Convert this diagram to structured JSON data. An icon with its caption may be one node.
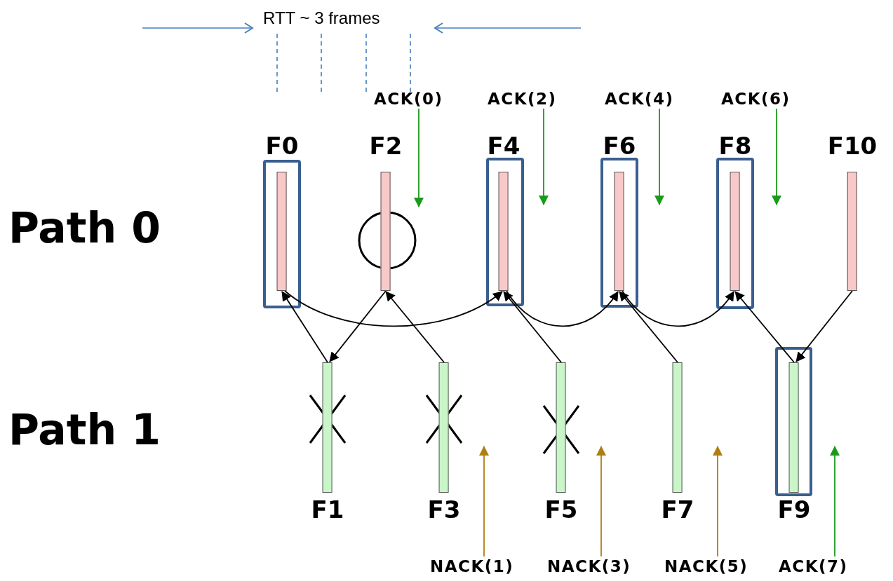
{
  "diagram": {
    "nodes": [
      {
        "text": [
          "ACK(0)"
        ]
      },
      {
        "text": [
          "ACK(2)"
        ]
      },
      {
        "text": [
          "ACK(4)"
        ]
      },
      {
        "text": [
          "ACK(6)"
        ]
      },
      {
        "text": [
          "F0"
        ]
      },
      {
        "text": [
          "F2"
        ]
      },
      {
        "text": [
          "F4"
        ]
      },
      {
        "text": [
          "F6"
        ]
      },
      {
        "text": [
          "F8"
        ]
      },
      {
        "text": [
          "F10"
        ]
      },
      {
        "text": [
          "F1"
        ]
      },
      {
        "text": [
          "F3"
        ]
      },
      {
        "text": [
          "F5"
        ]
      },
      {
        "text": [
          "F7"
        ]
      },
      {
        "text": [
          "F9"
        ]
      },
      {
        "text": [
          "NACK(1)"
        ]
      },
      {
        "text": [
          "NACK(3)"
        ]
      },
      {
        "text": [
          "NACK(5)"
        ]
      },
      {
        "text": [
          "ACK(7)"
        ]
      },
      {
        "text": [],
        "shape": "circle"
      }
    ],
    "edges": [
      {
        "from": 0,
        "to": 19,
        "arrow": "to",
        "color": "#1a9a1a"
      },
      {
        "from": 1,
        "to": 6,
        "arrow": "to",
        "color": "#1a9a1a"
      },
      {
        "from": 2,
        "to": 7,
        "arrow": "to",
        "color": "#1a9a1a"
      },
      {
        "from": 3,
        "to": 8,
        "arrow": "to",
        "color": "#1a9a1a"
      },
      {
        "from": 10,
        "to": 4,
        "arrow": "to"
      },
      {
        "from": 5,
        "to": 10,
        "arrow": "to"
      },
      {
        "from": 11,
        "to": 5,
        "arrow": "to"
      },
      {
        "from": 4,
        "to": 6,
        "arrow": "to"
      },
      {
        "from": 12,
        "to": 6,
        "arrow": "to"
      },
      {
        "from": 6,
        "to": 7,
        "arrow": "to"
      },
      {
        "from": 13,
        "to": 7,
        "arrow": "to"
      },
      {
        "from": 7,
        "to": 8,
        "arrow": "to"
      },
      {
        "from": 14,
        "to": 8,
        "arrow": "to"
      },
      {
        "from": 9,
        "to": 14,
        "arrow": "to"
      },
      {
        "from": 15,
        "to": 11,
        "arrow": "to",
        "color": "#b07d10"
      },
      {
        "from": 16,
        "to": 12,
        "arrow": "to",
        "color": "#b07d10"
      },
      {
        "from": 17,
        "to": 13,
        "arrow": "to",
        "color": "#b07d10"
      },
      {
        "from": 18,
        "to": 14,
        "arrow": "to",
        "color": "#1a9a1a"
      }
    ],
    "labels": [
      "RTT ~ 3 frames",
      "Path 0",
      "Path 1"
    ]
  }
}
